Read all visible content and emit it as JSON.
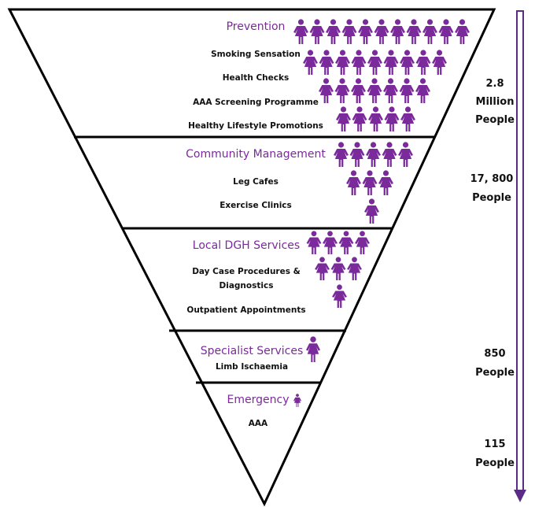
{
  "colors": {
    "accent": "#7a2a9a",
    "text": "#111111",
    "outline": "#000000",
    "arrow": "#5b2c86"
  },
  "tiers": [
    {
      "title": "Prevention",
      "items": [
        "Smoking Sensation",
        "Health Checks",
        "AAA Screening Programme",
        "Healthy Lifestyle Promotions"
      ],
      "icon_rows": [
        11,
        9,
        7,
        5
      ]
    },
    {
      "title": "Community Management",
      "items": [
        "Leg Cafes",
        "Exercise Clinics"
      ],
      "icon_rows": [
        5,
        3,
        1
      ]
    },
    {
      "title": "Local DGH Services",
      "items": [
        "Day Case Procedures &",
        "Diagnostics",
        "Outpatient Appointments"
      ],
      "icon_rows": [
        4,
        3,
        1
      ]
    },
    {
      "title": "Specialist Services",
      "items": [
        "Limb Ischaemia"
      ],
      "icon_rows": [
        1
      ]
    },
    {
      "title": "Emergency",
      "items": [
        "AAA"
      ],
      "icon_rows": [
        1
      ]
    }
  ],
  "people_counts": [
    {
      "value": "2.8",
      "unit": "Million",
      "label": "People"
    },
    {
      "value": "17, 800",
      "label": "People"
    },
    {
      "value": "850",
      "label": "People"
    },
    {
      "value": "115",
      "label": "People"
    }
  ],
  "icon_name": "person-icon"
}
